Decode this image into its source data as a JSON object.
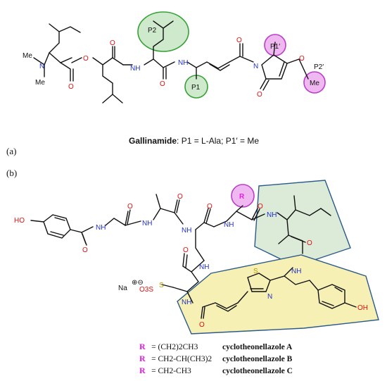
{
  "caption": {
    "name": "Gallinamide",
    "rest": ": P1 = L-Ala; P1′ = Me"
  },
  "panel_labels": {
    "a": "(a)",
    "b": "(b)"
  },
  "pocket_labels": {
    "p2": "P2",
    "p1": "P1",
    "p1p": "P1′",
    "p2p": "P2′",
    "me": "Me"
  },
  "atoms_a": {
    "n_amine": "N",
    "me1": "Me",
    "me2": "Me",
    "nh1": "NH",
    "nh2": "NH",
    "n_ring": "N"
  },
  "atoms_b": {
    "ho": "HO",
    "nh": "NH",
    "na": "Na",
    "so3": "O3S",
    "s": "S",
    "n": "N",
    "r": "R"
  },
  "r_groups": {
    "colors": {
      "r": "#e020e0",
      "green_fill": "#cde8cc",
      "green_stroke": "#36a136",
      "purple_fill": "#f0b8f0",
      "purple_stroke": "#b93fc8",
      "blue_stroke": "#2b5a8a",
      "yellow_fill": "#f6f0b4"
    },
    "items": [
      {
        "key": "R",
        "formula": "= (CH2)2CH3",
        "name": "cyclotheonellazole A"
      },
      {
        "key": "R",
        "formula": "= CH2-CH(CH3)2",
        "name": "cyclotheonellazole B"
      },
      {
        "key": "R",
        "formula": "= CH2-CH3",
        "name": "cyclotheonellazole C"
      }
    ]
  }
}
